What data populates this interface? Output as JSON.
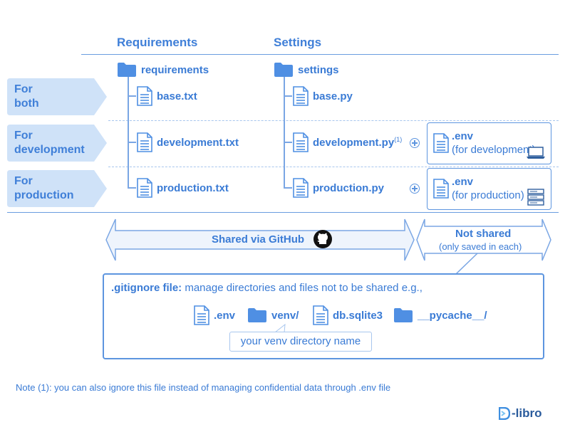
{
  "headers": {
    "requirements": "Requirements",
    "settings": "Settings"
  },
  "rows": [
    {
      "line1": "For",
      "line2": "both"
    },
    {
      "line1": "For",
      "line2": "development"
    },
    {
      "line1": "For",
      "line2": "production"
    }
  ],
  "requirements": {
    "folder": "requirements",
    "files": [
      "base.txt",
      "development.txt",
      "production.txt"
    ]
  },
  "settings": {
    "folder": "settings",
    "files": [
      "base.py",
      "development.py",
      "production.py"
    ],
    "footnote_marker": "(1)"
  },
  "env_boxes": [
    {
      "name": ".env",
      "desc": "(for development)",
      "icon": "laptop-icon"
    },
    {
      "name": ".env",
      "desc": "(for production)",
      "icon": "server-icon"
    }
  ],
  "sharing": {
    "shared_label": "Shared via GitHub",
    "shared_icon": "github-icon",
    "not_shared_label": "Not shared",
    "not_shared_sub": "(only saved in each)"
  },
  "gitignore": {
    "title_bold": ".gitignore file:",
    "title_rest": " manage directories and files not to be shared e.g.,",
    "items": [
      {
        "label": ".env",
        "icon": "file-icon"
      },
      {
        "label": "venv/",
        "icon": "folder-icon"
      },
      {
        "label": "db.sqlite3",
        "icon": "file-icon"
      },
      {
        "label": "__pycache__/",
        "icon": "folder-icon"
      }
    ],
    "callout": "your venv directory name"
  },
  "note": "Note (1): you can also ignore this file instead of managing confidential data through .env file",
  "logo": {
    "text": "-libro",
    "icon": "d-libro-logo-icon"
  },
  "colors": {
    "accent": "#3a7bd5",
    "label_bg": "#cfe2f8",
    "arrow_fill": "#eef4fc"
  }
}
